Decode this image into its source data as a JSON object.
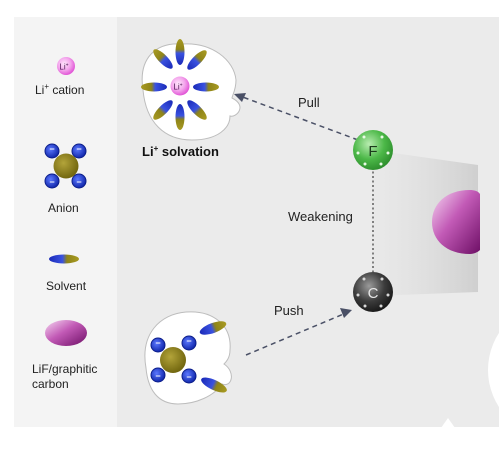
{
  "legend": {
    "li_cation_symbol": "Li",
    "li_cation_sup": "+",
    "li_cation_label_main": "Li",
    "li_cation_label_sup": "+",
    "li_cation_label_rest": " cation",
    "anion_label": "Anion",
    "solvent_label": "Solvent",
    "lif_label_line1": "LiF/graphitic",
    "lif_label_line2": "carbon"
  },
  "diagram": {
    "solvation_label_main": "Li",
    "solvation_label_sup": "+",
    "solvation_label_rest": " solvation",
    "center_ion_symbol": "Li",
    "center_ion_sup": "+",
    "pull_label": "Pull",
    "push_label": "Push",
    "weakening_label": "Weakening",
    "atom_f": "F",
    "atom_c": "C",
    "charge_minus": "−"
  },
  "colors": {
    "panel_bg": "#ebebeb",
    "legend_bg": "#f4f4f4",
    "li_pink": "#e94fd8",
    "anion_core": "#8e7f16",
    "anion_blue": "#1434c8",
    "solvent_blue": "#2032c0",
    "solvent_olive": "#8e8418",
    "f_green": "#44b044",
    "c_dark": "#3a3a3a",
    "lif_purple": "#8a1a7a",
    "arrow": "#4a5066"
  }
}
